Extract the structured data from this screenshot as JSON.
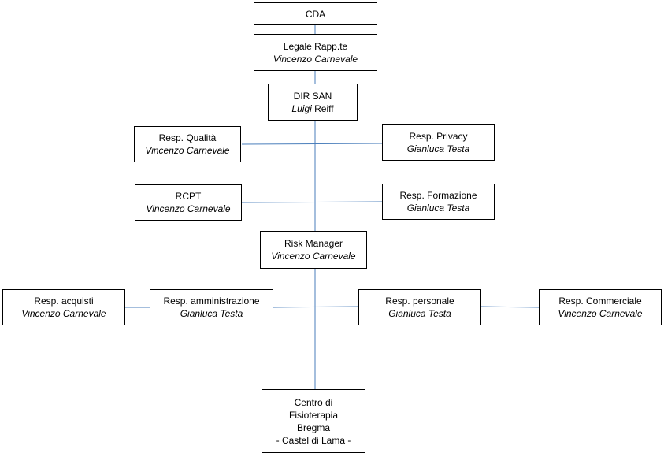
{
  "nodes": {
    "cda": {
      "lines": [
        "CDA"
      ]
    },
    "legale": {
      "title": "Legale Rapp.te",
      "name": "Vincenzo Carnevale"
    },
    "dirsan": {
      "title": "DIR SAN",
      "name_first": "Luigi",
      "name_last": "Reiff"
    },
    "qualita": {
      "title": "Resp. Qualità",
      "name": "Vincenzo Carnevale"
    },
    "privacy": {
      "title": "Resp. Privacy",
      "name": "Gianluca Testa"
    },
    "rcpt": {
      "title": "RCPT",
      "name": "Vincenzo Carnevale"
    },
    "formazione": {
      "title": "Resp. Formazione",
      "name": "Gianluca Testa"
    },
    "risk": {
      "title": "Risk Manager",
      "name": "Vincenzo Carnevale"
    },
    "acquisti": {
      "title": "Resp. acquisti",
      "name": "Vincenzo Carnevale"
    },
    "amministrazione": {
      "title": "Resp. amministrazione",
      "name": "Gianluca Testa"
    },
    "personale": {
      "title": "Resp. personale",
      "name": "Gianluca Testa"
    },
    "commerciale": {
      "title": "Resp. Commerciale",
      "name": "Vincenzo Carnevale"
    },
    "centro": {
      "lines": [
        "Centro di",
        "Fisioterapia",
        "Bregma",
        "- Castel di Lama -"
      ]
    }
  },
  "colors": {
    "connector": "#4a7ebb",
    "border": "#000000"
  }
}
